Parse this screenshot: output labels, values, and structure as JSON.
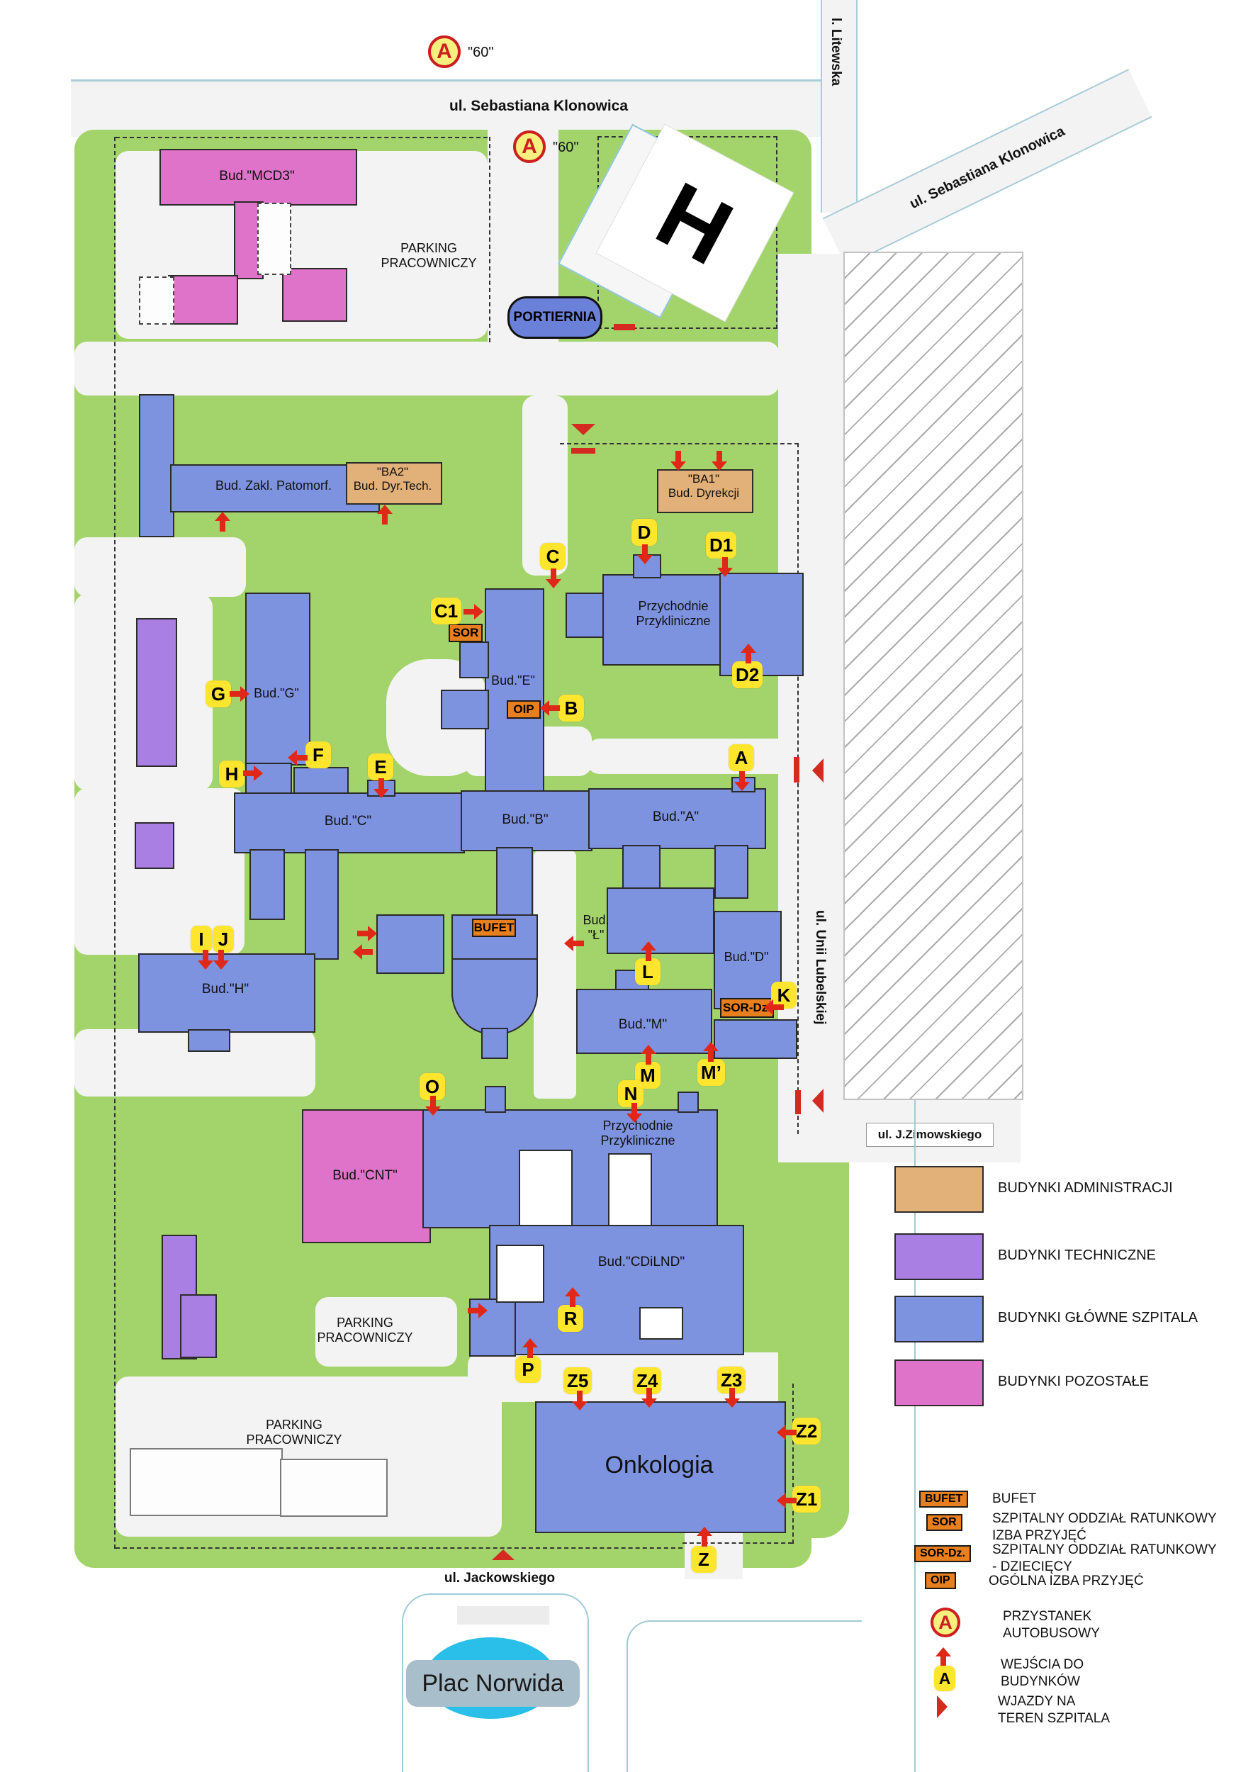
{
  "streets": {
    "klonowica_top": "ul.  Sebastiana Klonowica",
    "klonowica_diagonal": "ul.  Sebastiana Klonowica",
    "litewska": "l.  Litewska",
    "unii_lubelskiej": "ul. Unii Lubelskiej",
    "zimowskiego": "ul. J.Zimowskiego",
    "jackowskiego": "ul. Jackowskiego"
  },
  "places": {
    "plac_norwida": "Plac Norwida",
    "portiernia": "PORTIERNIA",
    "helipad": "H"
  },
  "bus_stop": {
    "letter": "A",
    "route": "\"60\""
  },
  "parking": {
    "line1": "PARKING",
    "line2": "PRACOWNICZY"
  },
  "buildings": {
    "mcd3": "Bud.\"MCD3\"",
    "patomorf": "Bud. Zakl. Patomorf.",
    "ba2_code": "\"BA2\"",
    "ba2_name": "Bud. Dyr.Tech.",
    "ba1_code": "\"BA1\"",
    "ba1_name": "Bud. Dyrekcji",
    "przychodnie_line1": "Przychodnie",
    "przychodnie_line2": "Przykliniczne",
    "e": "Bud.\"E\"",
    "g": "Bud.\"G\"",
    "c": "Bud.\"C\"",
    "b": "Bud.\"B\"",
    "a": "Bud.\"A\"",
    "h": "Bud.\"H\"",
    "l_line1": "Bud.",
    "l_line2": "\"Ł\"",
    "d": "Bud.\"D\"",
    "m": "Bud.\"M\"",
    "cnt": "Bud.\"CNT\"",
    "cdilnd": "Bud.\"CDiLND\"",
    "onkologia": "Onkologia"
  },
  "service_boxes": {
    "sor": "SOR",
    "oip": "OIP",
    "bufet": "BUFET",
    "sor_dz": "SOR-Dz."
  },
  "entrances": [
    {
      "label": "A"
    },
    {
      "label": "B"
    },
    {
      "label": "C"
    },
    {
      "label": "C1"
    },
    {
      "label": "D"
    },
    {
      "label": "D1"
    },
    {
      "label": "D2"
    },
    {
      "label": "E"
    },
    {
      "label": "F"
    },
    {
      "label": "G"
    },
    {
      "label": "H"
    },
    {
      "label": "I"
    },
    {
      "label": "J"
    },
    {
      "label": "K"
    },
    {
      "label": "L"
    },
    {
      "label": "M"
    },
    {
      "label": "M’"
    },
    {
      "label": "N"
    },
    {
      "label": "O"
    },
    {
      "label": "P"
    },
    {
      "label": "R"
    },
    {
      "label": "Z"
    },
    {
      "label": "Z1"
    },
    {
      "label": "Z2"
    },
    {
      "label": "Z3"
    },
    {
      "label": "Z4"
    },
    {
      "label": "Z5"
    }
  ],
  "legend_buildings": [
    {
      "label": "BUDYNKI ADMINISTRACJI",
      "color": "#e2b079"
    },
    {
      "label": "BUDYNKI TECHNICZNE",
      "color": "#a97fe3"
    },
    {
      "label": "BUDYNKI GŁÓWNE SZPITALA",
      "color": "#7e93df"
    },
    {
      "label": "BUDYNKI POZOSTAŁE",
      "color": "#df72c9"
    }
  ],
  "legend_symbols": [
    {
      "icon": "bufet",
      "lines": [
        "BUFET"
      ]
    },
    {
      "icon": "sor",
      "lines": [
        "SZPITALNY ODDZIAŁ RATUNKOWY",
        "IZBA PRZYJĘĆ"
      ]
    },
    {
      "icon": "sor_dz",
      "lines": [
        "SZPITALNY ODDZIAŁ RATUNKOWY",
        "- DZIECIĘCY"
      ]
    },
    {
      "icon": "oip",
      "lines": [
        "OGÓLNA IZBA PRZYJĘĆ"
      ]
    },
    {
      "icon": "bus",
      "lines": [
        "PRZYSTANEK",
        "AUTOBUSOWY"
      ]
    },
    {
      "icon": "entrance",
      "lines": [
        "WEJŚCIA DO",
        "BUDYNKÓW"
      ]
    },
    {
      "icon": "gate",
      "lines": [
        "WJAZDY NA",
        "TEREN SZPITALA"
      ]
    }
  ]
}
